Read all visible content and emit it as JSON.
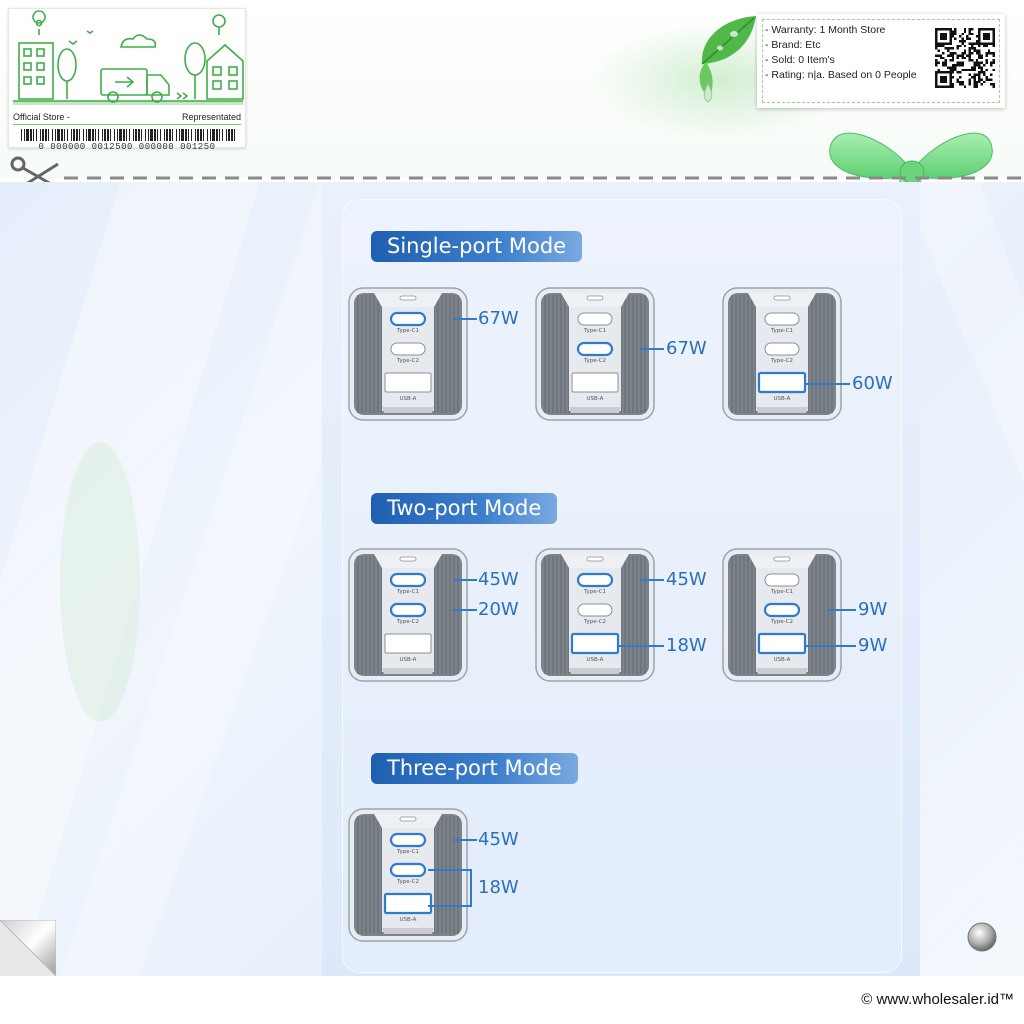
{
  "store_card": {
    "left_label": "Official Store -",
    "right_label": "Representated",
    "barcode_number": "0 000000 0012500 000000 001250"
  },
  "product_info": {
    "items": [
      "- Warranty: 1 Month Store",
      "- Brand: Etc",
      "- Sold: 0 Item's",
      "- Rating: n|a. Based on 0 People"
    ]
  },
  "port_labels": {
    "c1": "Type-C1",
    "c2": "Type-C2",
    "a": "USB-A"
  },
  "modes": {
    "single": {
      "title": "Single-port Mode",
      "chargers": [
        {
          "active": [
            "c1"
          ],
          "labels": [
            "67W"
          ]
        },
        {
          "active": [
            "c2"
          ],
          "labels": [
            "67W"
          ]
        },
        {
          "active": [
            "a"
          ],
          "labels": [
            "60W"
          ]
        }
      ]
    },
    "two": {
      "title": "Two-port Mode",
      "chargers": [
        {
          "active": [
            "c1",
            "c2"
          ],
          "labels": [
            "45W",
            "20W"
          ]
        },
        {
          "active": [
            "c1",
            "a"
          ],
          "labels": [
            "45W",
            "18W"
          ]
        },
        {
          "active": [
            "c2",
            "a"
          ],
          "labels": [
            "9W",
            "9W"
          ]
        }
      ]
    },
    "three": {
      "title": "Three-port Mode",
      "chargers": [
        {
          "active": [
            "c1",
            "c2",
            "a"
          ],
          "labels": [
            "45W",
            "18W"
          ]
        }
      ]
    }
  },
  "footer": {
    "copyright": "© www.wholesaler.id™"
  },
  "colors": {
    "accent_blue": "#2a6fc0",
    "title_gradient_start": "#1e5fb0",
    "brand_green": "#3fae49"
  }
}
